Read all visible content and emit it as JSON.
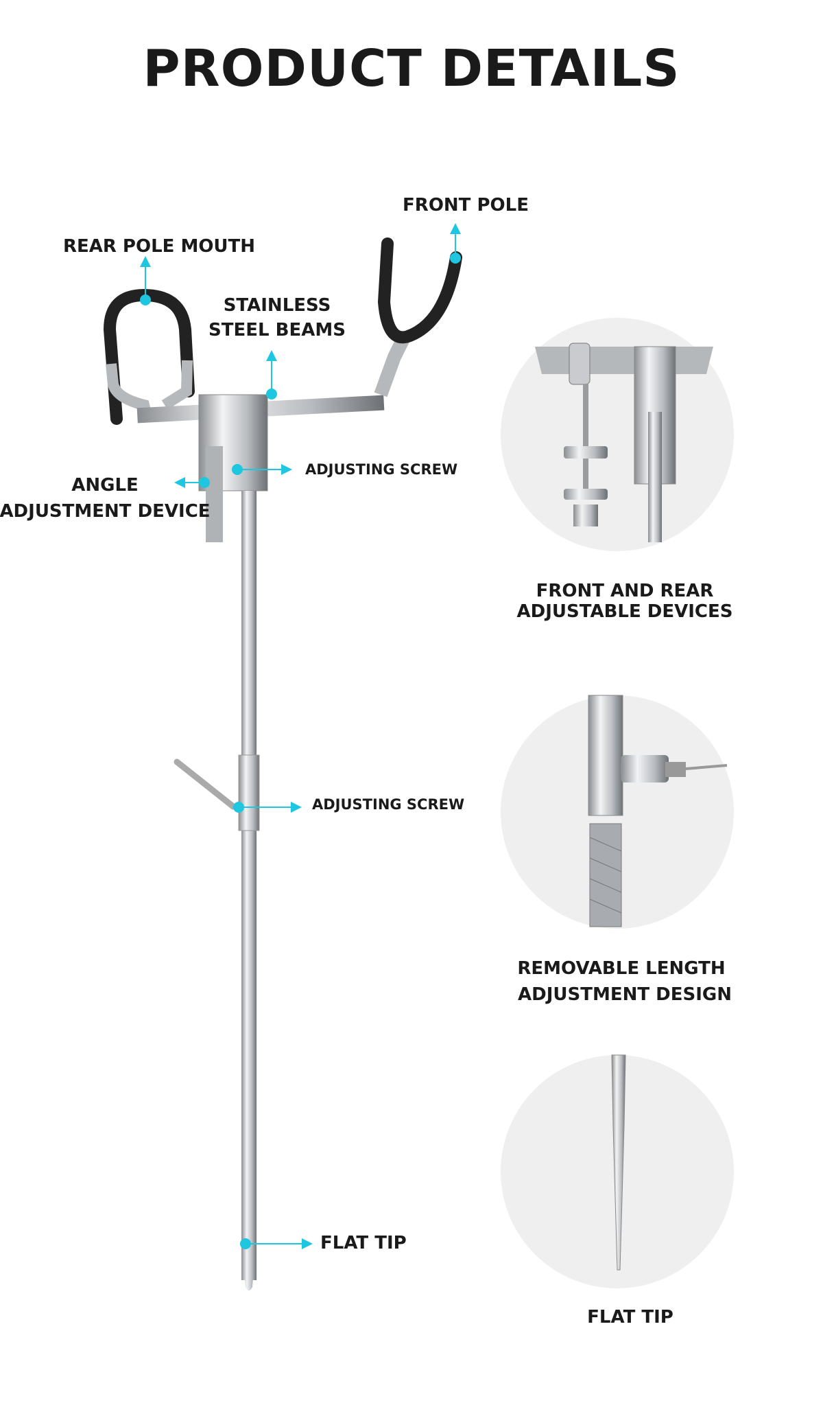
{
  "title": "PRODUCT DETAILS",
  "accent_color": "#1ec6e0",
  "callouts": {
    "front_pole": "FRONT POLE",
    "rear_pole_mouth": "REAR POLE MOUTH",
    "beams_line1": "STAINLESS",
    "beams_line2": "STEEL BEAMS",
    "adjusting_screw_top": "ADJUSTING SCREW",
    "angle_line1": "ANGLE",
    "angle_line2": "ADJUSTMENT DEVICE",
    "adjusting_screw_middle": "ADJUSTING SCREW",
    "flat_tip": "FLAT TIP"
  },
  "details": [
    {
      "line1": "FRONT AND REAR",
      "line2": "ADJUSTABLE DEVICES"
    },
    {
      "line1": "REMOVABLE LENGTH",
      "line2": "ADJUSTMENT DESIGN"
    },
    {
      "line1": "FLAT TIP"
    }
  ]
}
